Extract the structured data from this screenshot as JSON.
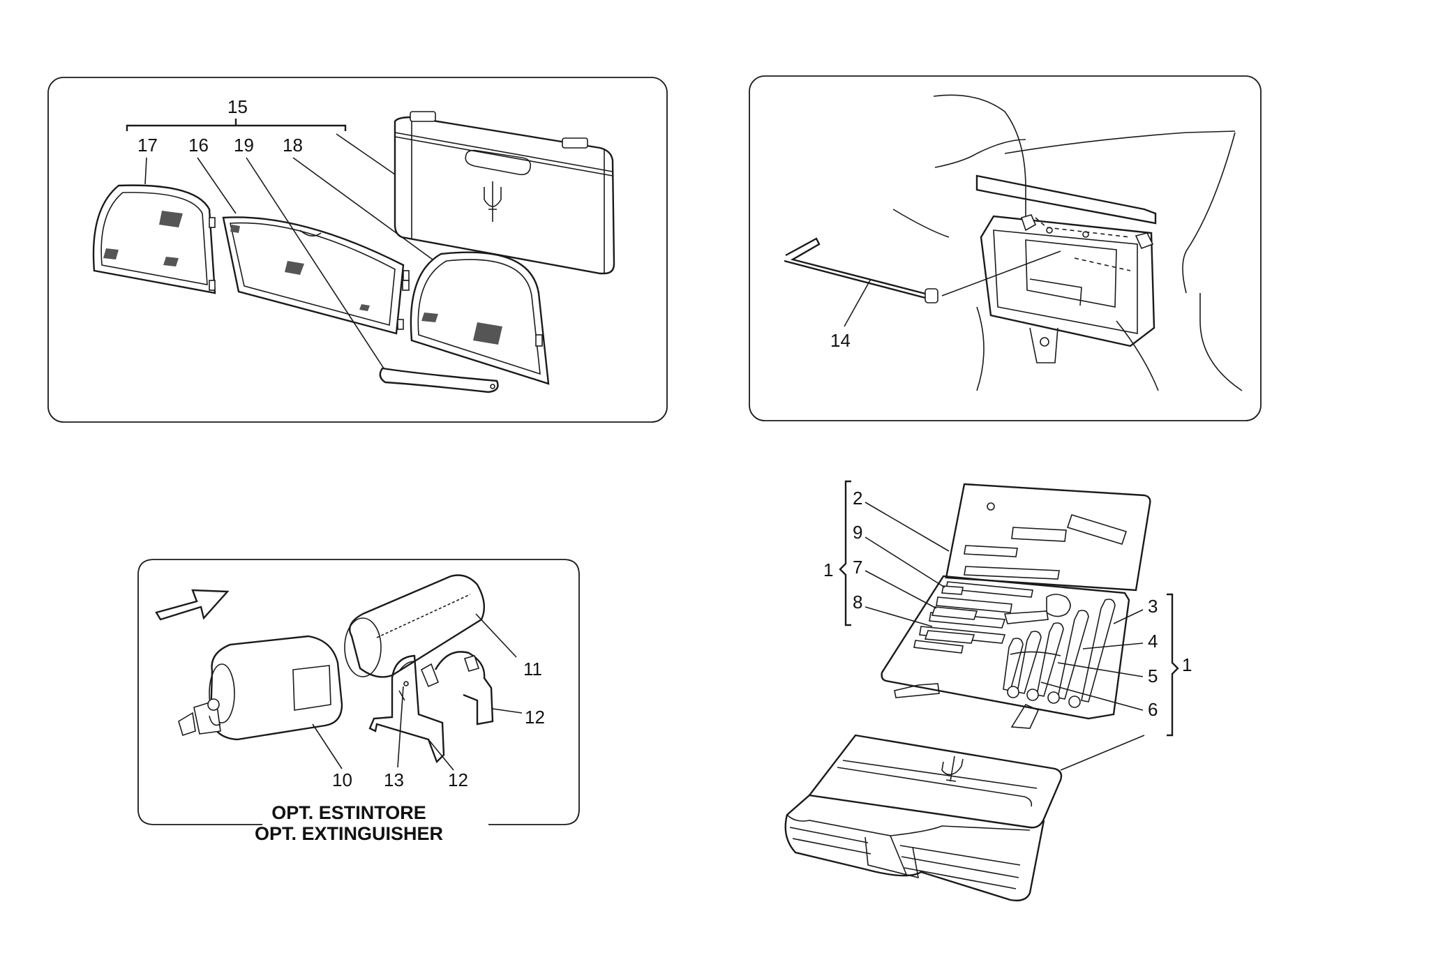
{
  "panels": {
    "windscreens": {
      "callouts": {
        "c15": "15",
        "c17": "17",
        "c16": "16",
        "c19": "19",
        "c18": "18"
      }
    },
    "tool14": {
      "callouts": {
        "c14": "14"
      }
    },
    "extinguisher": {
      "callouts": {
        "c10": "10",
        "c11": "11",
        "c12a": "12",
        "c12b": "12",
        "c13": "13"
      },
      "caption_line1": "OPT. ESTINTORE",
      "caption_line2": "OPT. EXTINGUISHER"
    },
    "toolkit": {
      "callouts": {
        "c1a": "1",
        "c2": "2",
        "c9": "9",
        "c7": "7",
        "c8": "8",
        "c3": "3",
        "c4": "4",
        "c5": "5",
        "c6": "6",
        "c1b": "1"
      }
    }
  },
  "colors": {
    "line": "#1a1a1a",
    "mesh": "#555555",
    "background": "#ffffff"
  },
  "icons": [
    "trident-logo-icon",
    "direction-arrow-icon"
  ]
}
